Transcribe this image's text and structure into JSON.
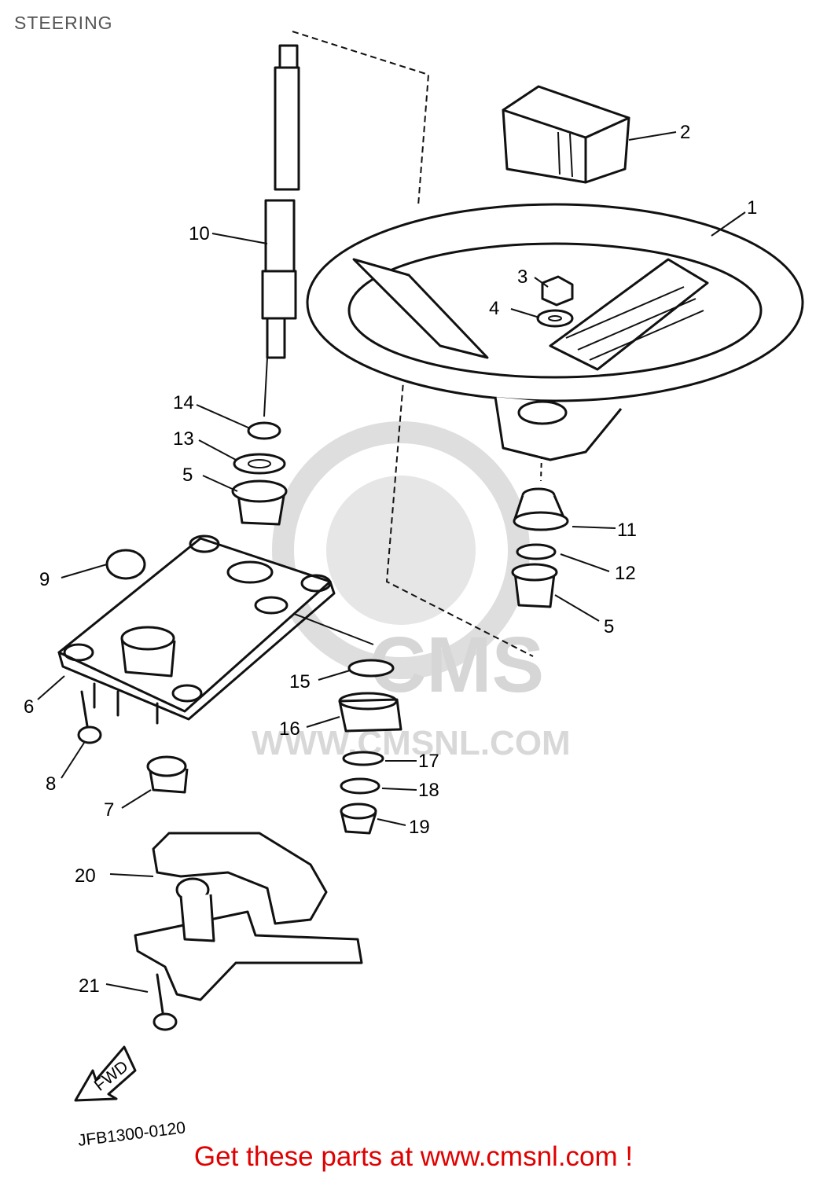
{
  "header": {
    "title": "STEERING"
  },
  "diagram": {
    "callouts": [
      "1",
      "2",
      "3",
      "4",
      "5",
      "5",
      "6",
      "7",
      "8",
      "9",
      "10",
      "11",
      "12",
      "13",
      "14",
      "15",
      "16",
      "17",
      "18",
      "19",
      "20",
      "21"
    ],
    "fwd_label": "FWD",
    "drawing_code": "JFB1300-0120",
    "watermark": {
      "logo_text": "CMS",
      "url": "WWW.CMSNL.COM"
    }
  },
  "footer": {
    "cta_text": "Get these parts at www.cmsnl.com !"
  },
  "colors": {
    "cta": "#e00000",
    "title": "#555555",
    "ink": "#111111",
    "watermark": "#dcdcdc"
  }
}
